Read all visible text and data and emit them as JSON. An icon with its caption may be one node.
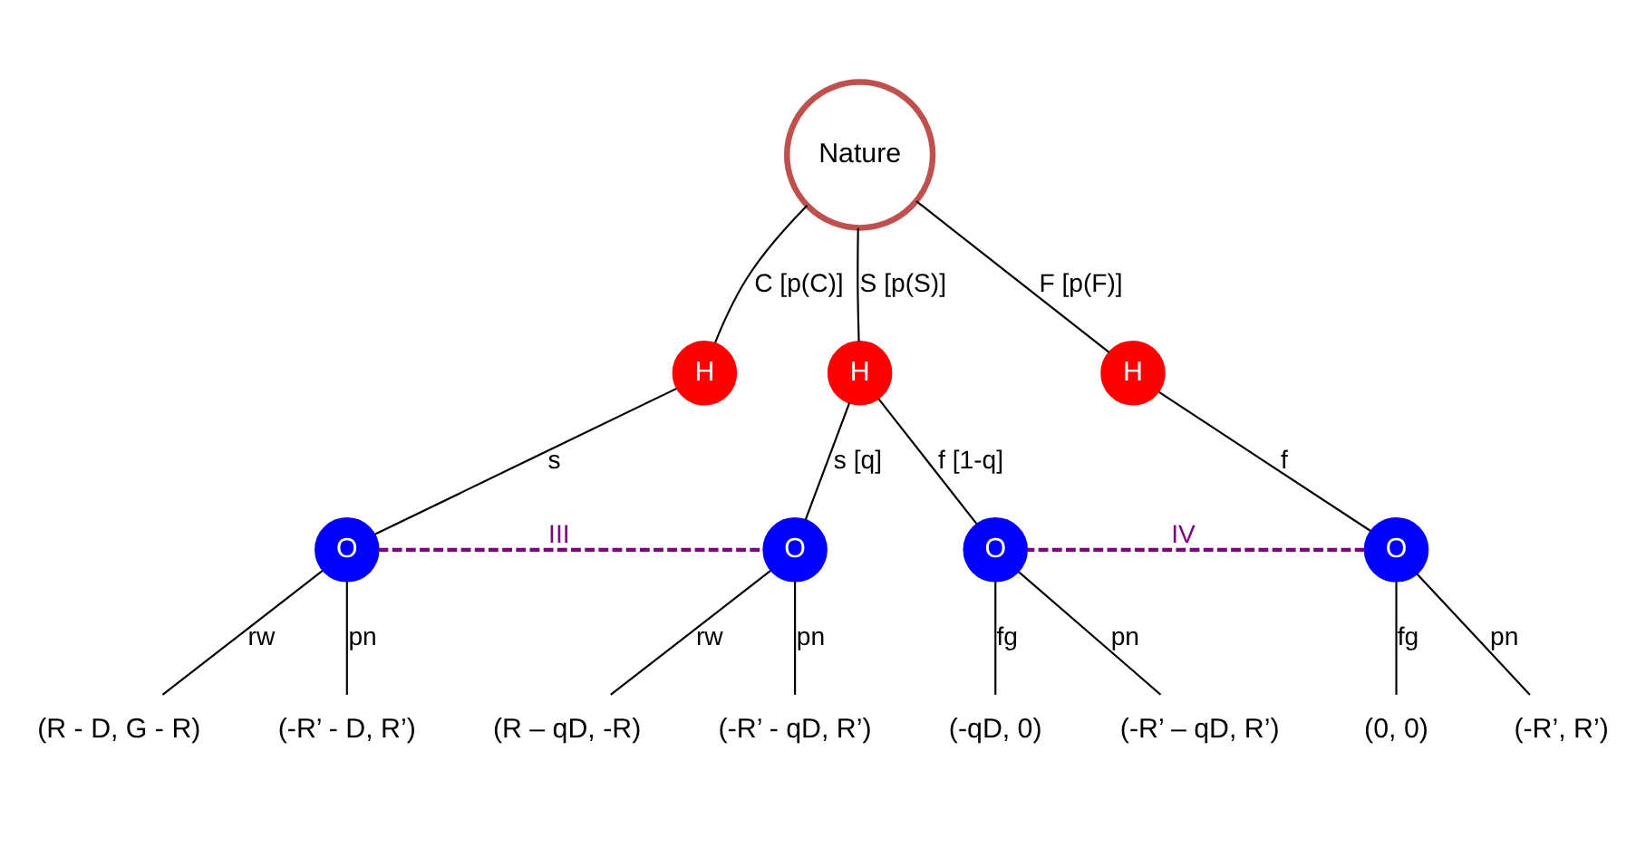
{
  "diagram": {
    "nodes": [
      {
        "text": [
          "(R - D, G - R)"
        ]
      },
      {
        "text": [
          "O"
        ]
      },
      {
        "text": [
          "H"
        ]
      },
      {
        "text": [
          "Nature"
        ]
      },
      {
        "text": [
          "H"
        ]
      },
      {
        "text": [
          "O"
        ]
      },
      {
        "text": [
          "(0, 0)"
        ]
      },
      {
        "text": [
          "(-R’ - D, R’)"
        ]
      },
      {
        "text": [
          "(-R’, R’)"
        ]
      },
      {
        "text": [
          "H"
        ]
      },
      {
        "text": [
          "O"
        ]
      },
      {
        "text": [
          "O"
        ]
      },
      {
        "text": [
          "(R – qD, -R)"
        ]
      },
      {
        "text": [
          "(-R’ - qD, R’)"
        ]
      },
      {
        "text": [
          "(-qD, 0)"
        ]
      },
      {
        "text": [
          "(-R’ – qD, R’)"
        ]
      }
    ],
    "edges": [
      {
        "from": 3,
        "to": 2,
        "arrow": "none",
        "label": "C [p(C)]"
      },
      {
        "from": 2,
        "to": 1,
        "arrow": "none",
        "label": "s"
      },
      {
        "from": 1,
        "to": 0,
        "arrow": "none",
        "label": "rw"
      },
      {
        "from": 1,
        "to": 7,
        "arrow": "none",
        "label": "pn"
      },
      {
        "from": 3,
        "to": 4,
        "arrow": "none",
        "label": "F [p(F)]"
      },
      {
        "from": 4,
        "to": 5,
        "arrow": "none",
        "label": "f"
      },
      {
        "from": 5,
        "to": 6,
        "arrow": "none",
        "label": "fg"
      },
      {
        "from": 5,
        "to": 8,
        "arrow": "none",
        "label": "pn"
      },
      {
        "from": 3,
        "to": 9,
        "arrow": "none",
        "label": "S [p(S)]"
      },
      {
        "from": 9,
        "to": 10,
        "arrow": "none",
        "label": "s [q]"
      },
      {
        "from": 9,
        "to": 11,
        "arrow": "none",
        "label": "f [1-q]"
      },
      {
        "from": 10,
        "to": 12,
        "arrow": "none",
        "label": "rw"
      },
      {
        "from": 10,
        "to": 13,
        "arrow": "none",
        "label": "pn"
      },
      {
        "from": 11,
        "to": 14,
        "arrow": "none",
        "label": "fg"
      },
      {
        "from": 11,
        "to": 15,
        "arrow": "none",
        "label": "pn"
      },
      {
        "from": 1,
        "to": 10,
        "arrow": "none",
        "label": "III",
        "style": "dashed",
        "color": "#800080"
      },
      {
        "from": 5,
        "to": 11,
        "arrow": "none",
        "label": "IV",
        "style": "dashed",
        "color": "#800080"
      }
    ]
  }
}
